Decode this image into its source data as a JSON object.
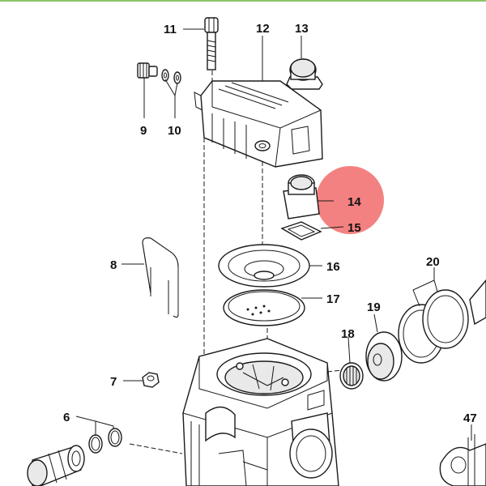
{
  "colors": {
    "top_rule": "#8dc466",
    "highlight": "#f26b6b",
    "line": "#1a1a1a",
    "label": "#111111"
  },
  "callouts": {
    "c6": "6",
    "c7": "7",
    "c8": "8",
    "c9": "9",
    "c10": "10",
    "c11": "11",
    "c12": "12",
    "c13": "13",
    "c14": "14",
    "c15": "15",
    "c16": "16",
    "c17": "17",
    "c18": "18",
    "c19": "19",
    "c20": "20",
    "c47": "47"
  },
  "highlighted_callout": "14"
}
